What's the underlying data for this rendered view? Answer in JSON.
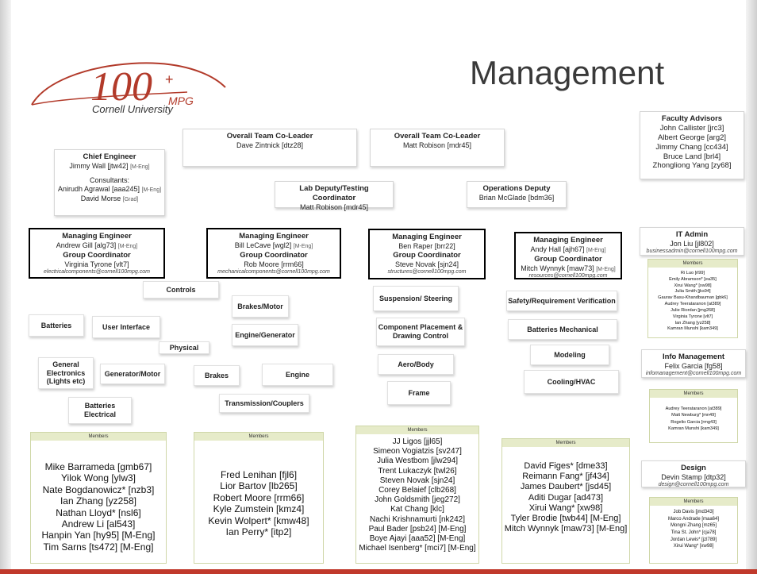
{
  "slide": {
    "title": "Management",
    "logo": {
      "number": "100",
      "unit": "MPG",
      "plus": "+",
      "org": "Cornell University"
    }
  },
  "leaders": [
    {
      "role": "Overall Team Co-Leader",
      "name": "Dave Zintnick [dtz28]"
    },
    {
      "role": "Overall Team Co-Leader",
      "name": "Matt Robison [mdr45]"
    }
  ],
  "chief": {
    "role": "Chief Engineer",
    "name": "Jimmy Wall [jtw42]",
    "tag": "[M-Eng]",
    "consultants_label": "Consultants:",
    "consultants": [
      "Anirudh Agrawal [aaa245]",
      "David Morse"
    ],
    "consultant_tags": [
      "[M-Eng]",
      "[Grad]"
    ]
  },
  "lab_deputy": {
    "role": "Lab Deputy/Testing Coordinator",
    "name": "Matt Robison [mdr45]"
  },
  "ops_deputy": {
    "role": "Operations Deputy",
    "name": "Brian McGlade [bdm36]"
  },
  "faculty": {
    "role": "Faculty Advisors",
    "names": [
      "John Callister [jrc3]",
      "Albert George [arg2]",
      "Jimmy Chang [cc434]",
      "Bruce Land [brl4]",
      "Zhongliong Yang [zy68]"
    ]
  },
  "managers": [
    {
      "role": "Managing Engineer",
      "name": "Andrew Gill [alg73]",
      "tag": "[M-Eng]",
      "coord_label": "Group Coordinator",
      "coord": "Virginia Tyrone [vlt7]",
      "email": "electricalcomponents@cornell100mpg.com"
    },
    {
      "role": "Managing Engineer",
      "name": "Bill LeCave [wgl2]",
      "tag": "[M-Eng]",
      "coord_label": "Group Coordinator",
      "coord": "Rob Moore [rrm66]",
      "email": "mechanicalcomponents@cornell100mpg.com"
    },
    {
      "role": "Managing Engineer",
      "name": "Ben Raper [brr22]",
      "tag": "",
      "coord_label": "Group Coordinator",
      "coord": "Steve Novak [sjn24]",
      "email": "structures@cornell100mpg.com"
    },
    {
      "role": "Managing Engineer",
      "name": "Andy Hall [ajh67]",
      "tag": "[M-Eng]",
      "coord_label": "Group Coordinator",
      "coord": "Mitch Wynnyk [maw73]",
      "coord_tag": "[M-Eng]",
      "email": "resources@cornell100mpg.com"
    }
  ],
  "it_admin": {
    "role": "IT Admin",
    "name": "Jon Liu [jl802]",
    "email": "businessadmin@cornell100mpg.com"
  },
  "it_members": {
    "header": "Members",
    "names": [
      "Ri Luo [rl99]",
      "Emily Abramson* [ea35]",
      "Xirui Wang* [xw98]",
      "Julia Smith [jks94]",
      "Gaurav Basu-Khandbauman [gbk6]",
      "Audrey Teerataranon [at389]",
      "Julie Riordan [jmg268]",
      "Virginia Tyrone [vlt7]",
      "Ian Zhang [yz258]",
      "Kamran Munshi [kam349]"
    ]
  },
  "info_mgmt": {
    "role": "Info Management",
    "name": "Felix Garcia [fg58]",
    "email": "infomanagement@cornell100mpg.com"
  },
  "info_members": {
    "header": "Members",
    "names": [
      "Audrey Teerataranon [at389]",
      "Matt Newburg* [mn49]",
      "Rogelio Garcia [rmg43]",
      "Kamran Munshi [kam349]"
    ]
  },
  "design": {
    "role": "Design",
    "name": "Devin Stamp [dtp32]",
    "email": "design@cornell100mpg.com"
  },
  "design_members": {
    "header": "Members",
    "names": [
      "Job Davis [jmd343]",
      "Marco Andrade [maa64]",
      "Mongni Zhang [mz65]",
      "Tina St. John* [cja78]",
      "Jordan Lewis* [jzl789]",
      "Xirui Wang* [xw98]"
    ]
  },
  "subgroups": {
    "controls": "Controls",
    "batteries": "Batteries",
    "user_interface": "User Interface",
    "physical": "Physical",
    "general_electronics": "General Electronics (Lights etc)",
    "generator_motor": "Generator/Motor",
    "batteries_electrical": "Batteries Electrical",
    "brakes_motor": "Brakes/Motor",
    "engine_generator": "Engine/Generator",
    "brakes": "Brakes",
    "engine": "Engine",
    "transmission": "Transmission/Couplers",
    "suspension": "Suspension/ Steering",
    "component_placement": "Component Placement & Drawing Control",
    "aero": "Aero/Body",
    "frame": "Frame",
    "safety": "Safety/Requirement Verification",
    "batteries_mechanical": "Batteries Mechanical",
    "modeling": "Modeling",
    "cooling": "Cooling/HVAC"
  },
  "member_lists": [
    {
      "header": "Members",
      "names": [
        "Mike Barrameda [gmb67]",
        "Yilok Wong [ylw3]",
        "Nate Bogdanowicz* [nzb3]",
        "Ian Zhang [yz258]",
        "Nathan Lloyd* [nsl6]",
        "Andrew Li [al543]",
        "Hanpin Yan [hy95] [M-Eng]",
        "Tim Sarns [ts472] [M-Eng]"
      ]
    },
    {
      "header": "Members",
      "names": [
        "Fred Lenihan [fjl6]",
        "Lior Bartov [lb265]",
        "Robert Moore [rrm66]",
        "Kyle Zumstein [kmz4]",
        "Kevin Wolpert* [kmw48]",
        "Ian Perry* [itp2]"
      ]
    },
    {
      "header": "Members",
      "names": [
        "JJ Ligos [jjl65]",
        "Simeon Vogiatzis [sv247]",
        "Julia Westbom [jlw294]",
        "Trent Lukaczyk [twl26]",
        "Steven Novak [sjn24]",
        "Corey Belaief [clb268]",
        "John Goldsmith [jeg272]",
        "Kat Chang [klc]",
        "Nachi Krishnamurti [nk242]",
        "Paul Bader [psb24] [M-Eng]",
        "Boye Ajayi [aaa52] [M-Eng]",
        "Michael Isenberg* [mci7] [M-Eng]"
      ]
    },
    {
      "header": "Members",
      "names": [
        "David Figes* [dme33]",
        "Reimann Fang* [jf434]",
        "James Daubert* [jsd45]",
        "Aditi Dugar [ad473]",
        "Xirui Wang* [xw98]",
        "Tyler Brodie [twb44] [M-Eng]",
        "Mitch Wynnyk [maw73] [M-Eng]"
      ]
    }
  ]
}
